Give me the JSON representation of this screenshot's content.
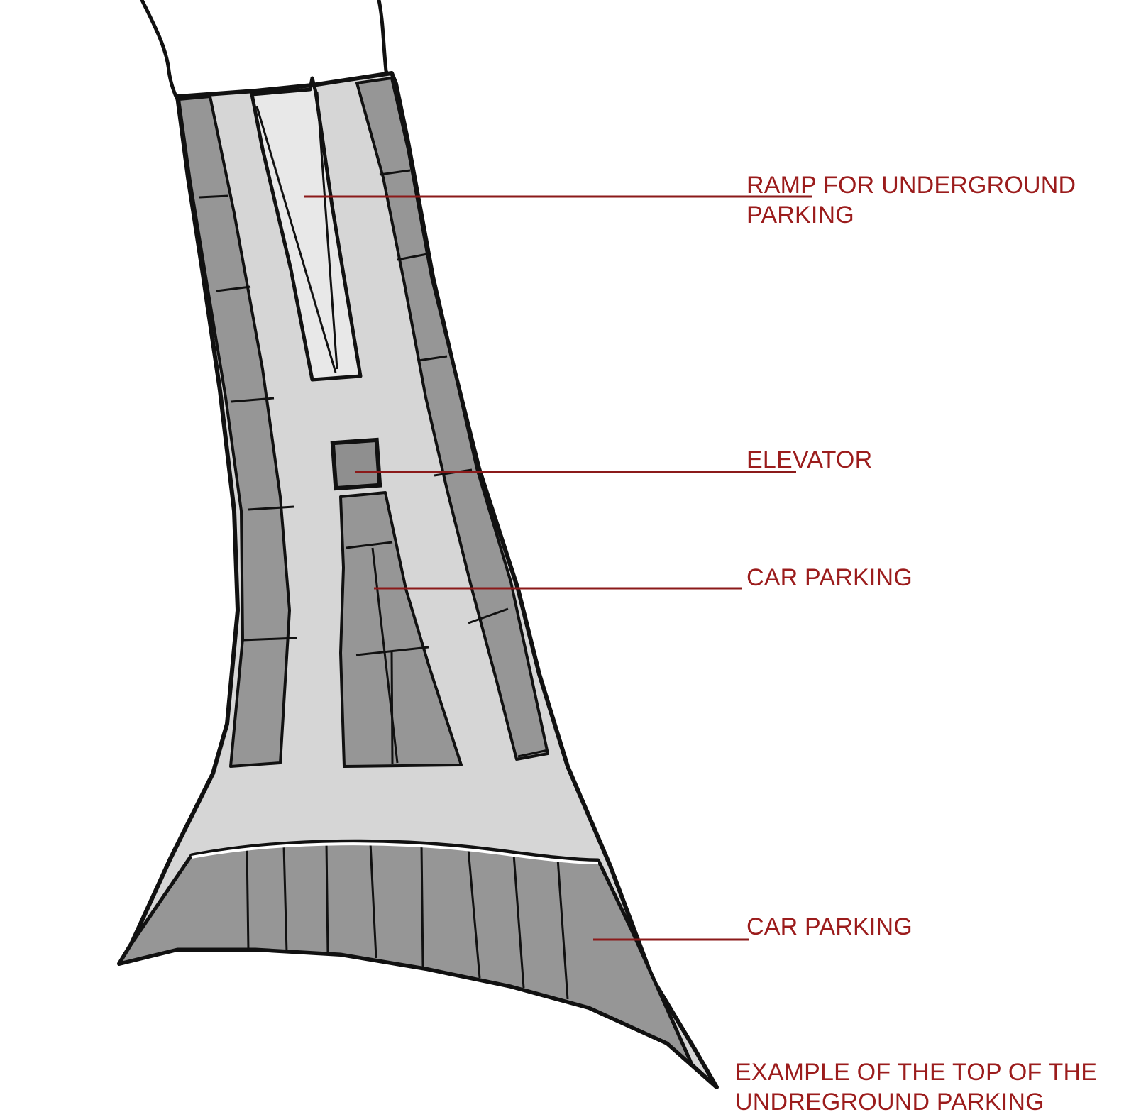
{
  "labels": {
    "ramp": [
      "RAMP FOR UNDERGROUND",
      "PARKING"
    ],
    "elevator": "ELEVATOR",
    "car_parking_middle": "CAR PARKING",
    "car_parking_bottom": "CAR PARKING"
  },
  "caption": [
    "EXAMPLE OF THE TOP OF THE",
    "UNDREGROUND PARKING"
  ],
  "colors": {
    "label_text": "#9b1c1c",
    "leader_line": "#8b1a1a",
    "outline": "#111111",
    "road": "#d6d6d6",
    "parking": "#969696",
    "ramp": "#e8e8e8"
  }
}
